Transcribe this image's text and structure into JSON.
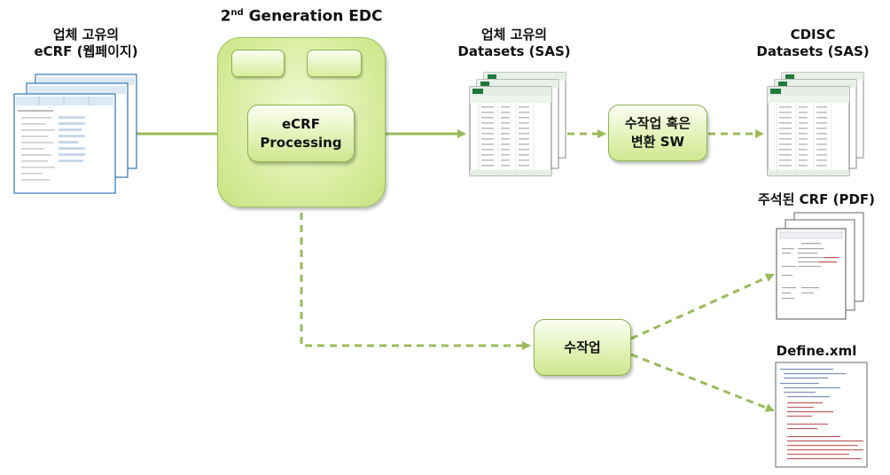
{
  "title": {
    "prefix": "2",
    "sup": "nd",
    "rest": " Generation EDC"
  },
  "labels": {
    "ecrf_web_line1": "업체 고유의",
    "ecrf_web_line2": "eCRF (웹페이지)",
    "vendor_ds_line1": "업체 고유의",
    "vendor_ds_line2": "Datasets (SAS)",
    "cdisc_line1": "CDISC",
    "cdisc_line2": "Datasets (SAS)",
    "annotated_crf": "주석된 CRF (PDF)",
    "define_xml": "Define.xml"
  },
  "boxes": {
    "ecrf_line1": "eCRF",
    "ecrf_line2": "Processing",
    "manual_or_sw_line1": "수작업 혹은",
    "manual_or_sw_line2": "변환 SW",
    "manual": "수작업"
  },
  "colors": {
    "arrow": "#9bbb59",
    "box_border": "#8db34e",
    "box_fill": "#e3f2b8",
    "excel_green": "#1e7a3c"
  }
}
